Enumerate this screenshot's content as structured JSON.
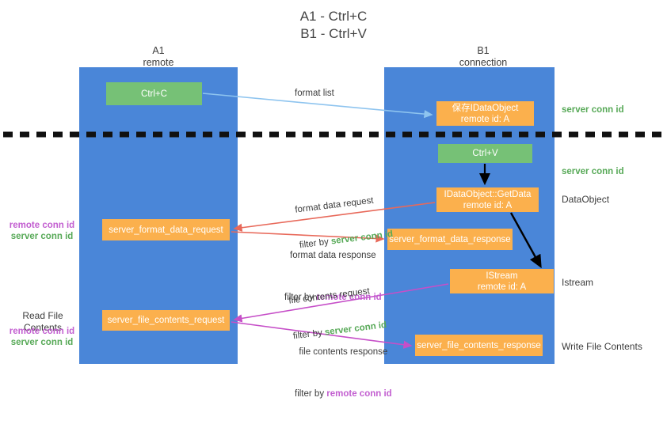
{
  "title": "A1 - Ctrl+C\nB1 - Ctrl+V",
  "columns": {
    "left": "A1\nremote",
    "right": "B1\nconnection"
  },
  "boxes": {
    "ctrl_c": "Ctrl+C",
    "save_idataobject": "保存IDataObject\nremote id: A",
    "ctrl_v": "Ctrl+V",
    "getdata": "IDataObject::GetData\nremote id: A",
    "server_format_data_request": "server_format_data_request",
    "server_format_data_response": "server_format_data_response",
    "istream": "IStream\nremote id: A",
    "server_file_contents_request": "server_file_contents_request",
    "server_file_contents_response": "server_file_contents_response"
  },
  "edge_labels": {
    "format_list": "format list",
    "format_data_request": "format data request",
    "format_data_request_filter_lead": "filter by ",
    "format_data_request_filter_value": "server conn id",
    "format_data_response": "format data response",
    "format_data_response_filter_lead": "filter by ",
    "format_data_response_filter_value": "remote conn id",
    "file_contents_request": "file contents request",
    "file_contents_request_filter_lead": "filter by ",
    "file_contents_request_filter_value": "server conn id",
    "file_contents_response": "file contents response",
    "file_contents_response_filter_lead": "filter by ",
    "file_contents_response_filter_value": "remote conn id"
  },
  "right_notes": {
    "server_conn_id_1": "server conn id",
    "server_conn_id_2": "server conn id",
    "dataobject": "DataObject",
    "istream": "Istream",
    "write_file_contents": "Write File Contents"
  },
  "left_notes": {
    "remote_conn_id_1": "remote conn id",
    "server_conn_id_1": "server conn id",
    "read_file_contents": "Read File Contents",
    "remote_conn_id_2": "remote conn id",
    "server_conn_id_2": "server conn id"
  },
  "colors": {
    "lane": "#4a86d8",
    "green_box": "#76c176",
    "orange_box": "#fbb04d",
    "green_text": "#57a957",
    "purple_text": "#c25ed0",
    "blue_arrow": "#8ec4ef",
    "red_arrow": "#e8695a",
    "magenta_arrow": "#c64fc8",
    "black_arrow": "#000000",
    "background": "#ffffff"
  }
}
